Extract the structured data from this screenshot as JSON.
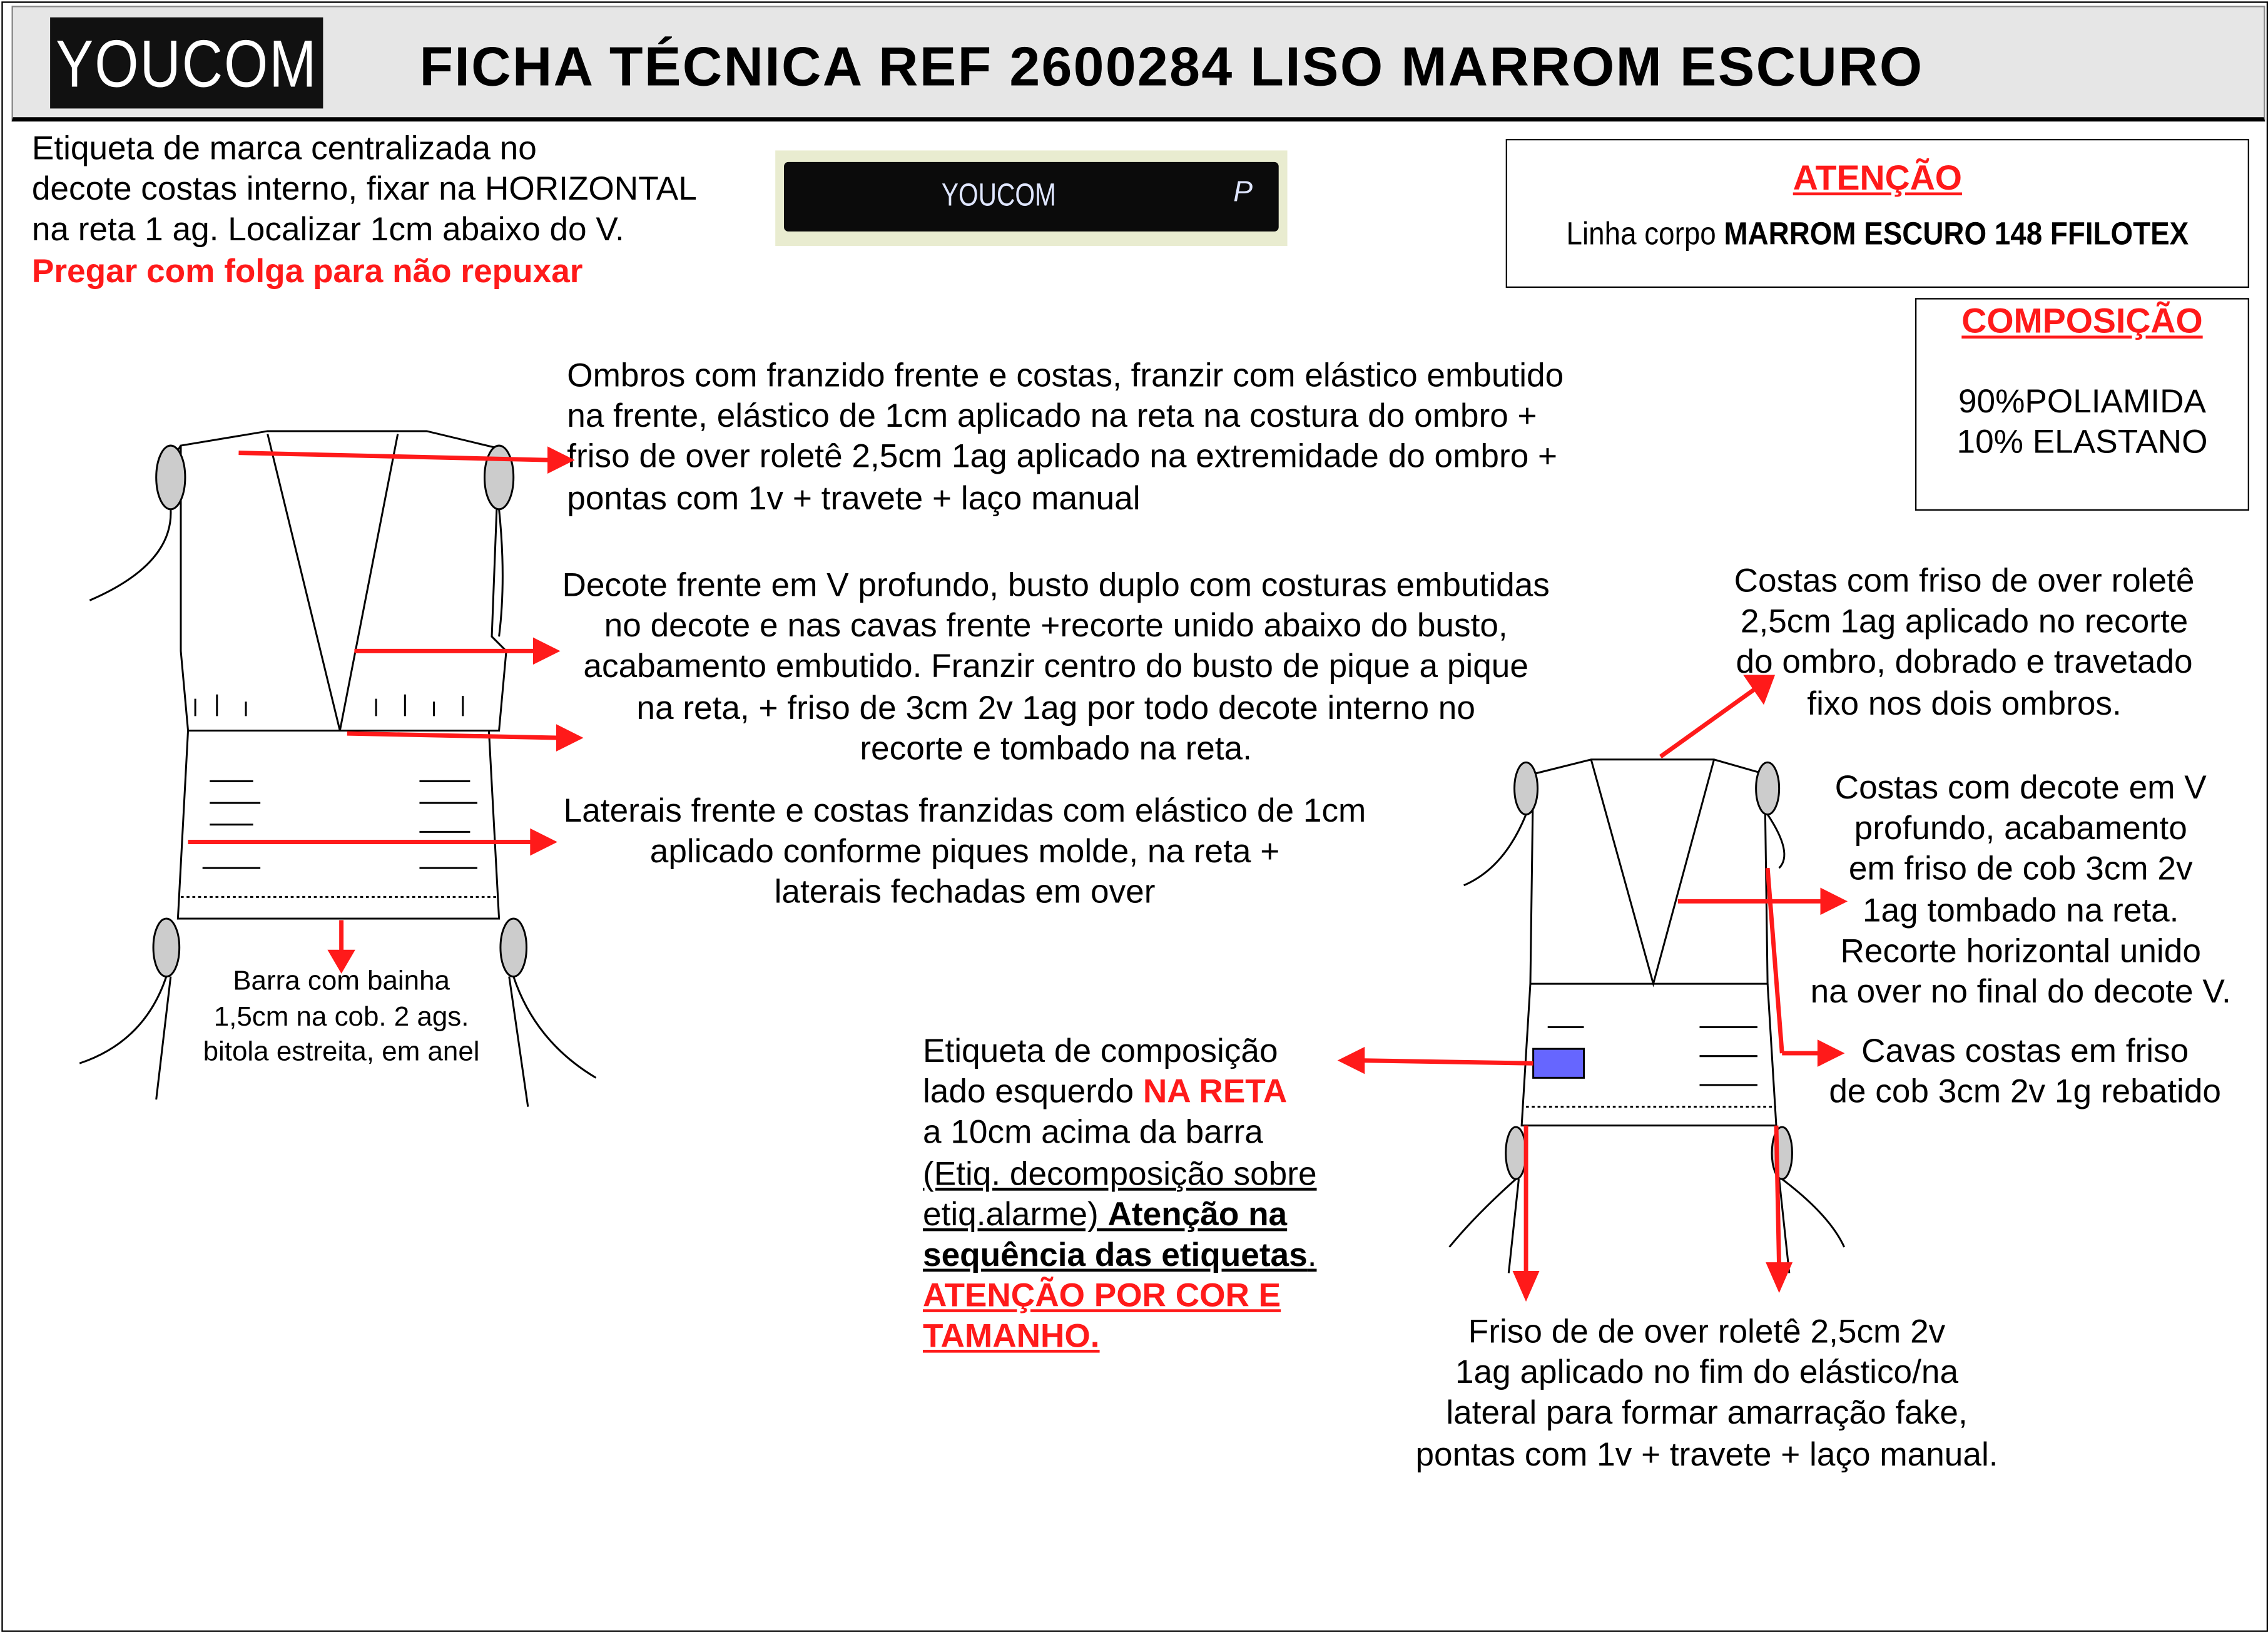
{
  "header": {
    "logo": "YOUCOM",
    "title": "FICHA TÉCNICA REF 2600284 LISO MARROM ESCURO"
  },
  "brand_label": {
    "lines": [
      "Etiqueta de marca centralizada no",
      "decote costas interno, fixar na HORIZONTAL",
      " na reta 1 ag. Localizar 1cm abaixo do V.",
      "Pregar com  folga para não repuxar"
    ],
    "photo_logo": "YOUCOM",
    "photo_size": "P"
  },
  "attention": {
    "title": "ATENÇÃO",
    "line_prefix": "Linha corpo ",
    "line_bold": "MARROM ESCURO 148 FFILOTEX"
  },
  "composition": {
    "title": "COMPOSIÇÃO",
    "lines": [
      "90%POLIAMIDA",
      "10% ELASTANO"
    ]
  },
  "notes": {
    "ombros": [
      "Ombros com franzido frente e costas, franzir com elástico embutido",
      "na frente, elástico de 1cm aplicado na reta na costura do ombro +",
      " friso de over roletê 2,5cm 1ag aplicado na extremidade do ombro +",
      " pontas com 1v + travete + laço manual"
    ],
    "decote_frente": [
      "Decote frente em V profundo, busto duplo com costuras embutidas",
      "no decote e nas cavas frente +recorte unido abaixo do busto,",
      "acabamento embutido. Franzir centro do busto de pique a pique",
      "na reta, + friso de 3cm 2v 1ag por todo decote interno no",
      "recorte e tombado na reta."
    ],
    "laterais": [
      "Laterais frente e costas franzidas com elástico de 1cm",
      "aplicado conforme piques molde, na reta +",
      "laterais fechadas em over"
    ],
    "barra": [
      "Barra com bainha",
      "1,5cm na cob. 2 ags.",
      "bitola estreita, em anel"
    ],
    "costas_friso": [
      "Costas com friso de over roletê",
      "2,5cm 1ag aplicado no recorte",
      "do ombro, dobrado e travetado",
      "fixo nos dois ombros."
    ],
    "costas_decote": [
      "Costas com decote em V",
      "profundo, acabamento",
      "em friso de cob 3cm 2v",
      "1ag tombado na reta.",
      "Recorte horizontal unido",
      "na over no final do decote V."
    ],
    "cavas": [
      "Cavas costas em friso",
      "de cob 3cm 2v 1g rebatido"
    ],
    "friso_lateral": [
      "Friso de de over roletê 2,5cm 2v",
      "1ag aplicado no fim do elástico/na",
      "lateral para formar amarração fake,",
      "pontas com 1v + travete + laço manual."
    ],
    "etiqueta_comp": {
      "l1": "Etiqueta de composição",
      "l2a": "lado esquerdo ",
      "l2b": "NA RETA",
      "l3": "a 10cm acima da barra",
      "l4": " (Etiq. decomposição sobre",
      "l5a": " etiq.alarme) ",
      "l5b": "Atenção na",
      "l6a": "sequência das etiquetas",
      "l6b": ".",
      "l7": "ATENÇÃO POR COR E",
      "l8": "TAMANHO."
    }
  },
  "colors": {
    "accent_red": "#ff1a1a",
    "label_blue": "#6666ff",
    "header_bg": "#e6e6e6"
  }
}
